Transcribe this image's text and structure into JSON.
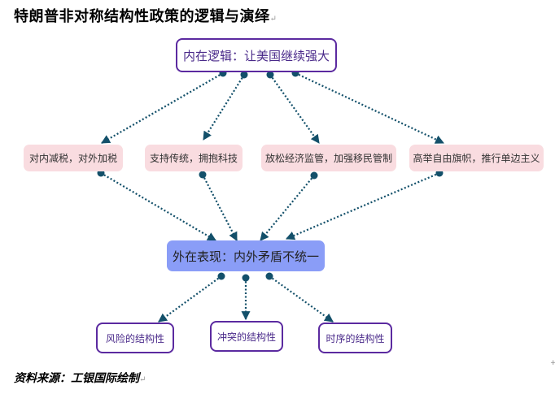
{
  "title": "特朗普非对称结构性政策的逻辑与演绎",
  "paragraph_mark": "↵",
  "nodes": {
    "top": "内在逻辑：让美国继续强大",
    "middle": [
      "对内减税，对外加税",
      "支持传统，拥抱科技",
      "放松经济监管，加强移民管制",
      "高举自由旗帜，推行单边主义"
    ],
    "center": "外在表现：内外矛盾不统一",
    "bottom": [
      "风险的结构性",
      "冲突的结构性",
      "时序的结构性"
    ]
  },
  "edges": [
    {
      "from": "top",
      "to": "middle.0"
    },
    {
      "from": "top",
      "to": "middle.1"
    },
    {
      "from": "top",
      "to": "middle.2"
    },
    {
      "from": "top",
      "to": "middle.3"
    },
    {
      "from": "middle.0",
      "to": "center"
    },
    {
      "from": "middle.1",
      "to": "center"
    },
    {
      "from": "middle.2",
      "to": "center"
    },
    {
      "from": "middle.3",
      "to": "center"
    },
    {
      "from": "center",
      "to": "bottom.0"
    },
    {
      "from": "center",
      "to": "bottom.1"
    },
    {
      "from": "center",
      "to": "bottom.2"
    }
  ],
  "colors": {
    "connector": "#13506a",
    "top_border": "#5b2aa0",
    "middle_fill": "#f9dce0",
    "center_fill": "#8a9df7",
    "bottom_border": "#5b2aa0"
  },
  "source": "资料来源：工银国际绘制"
}
